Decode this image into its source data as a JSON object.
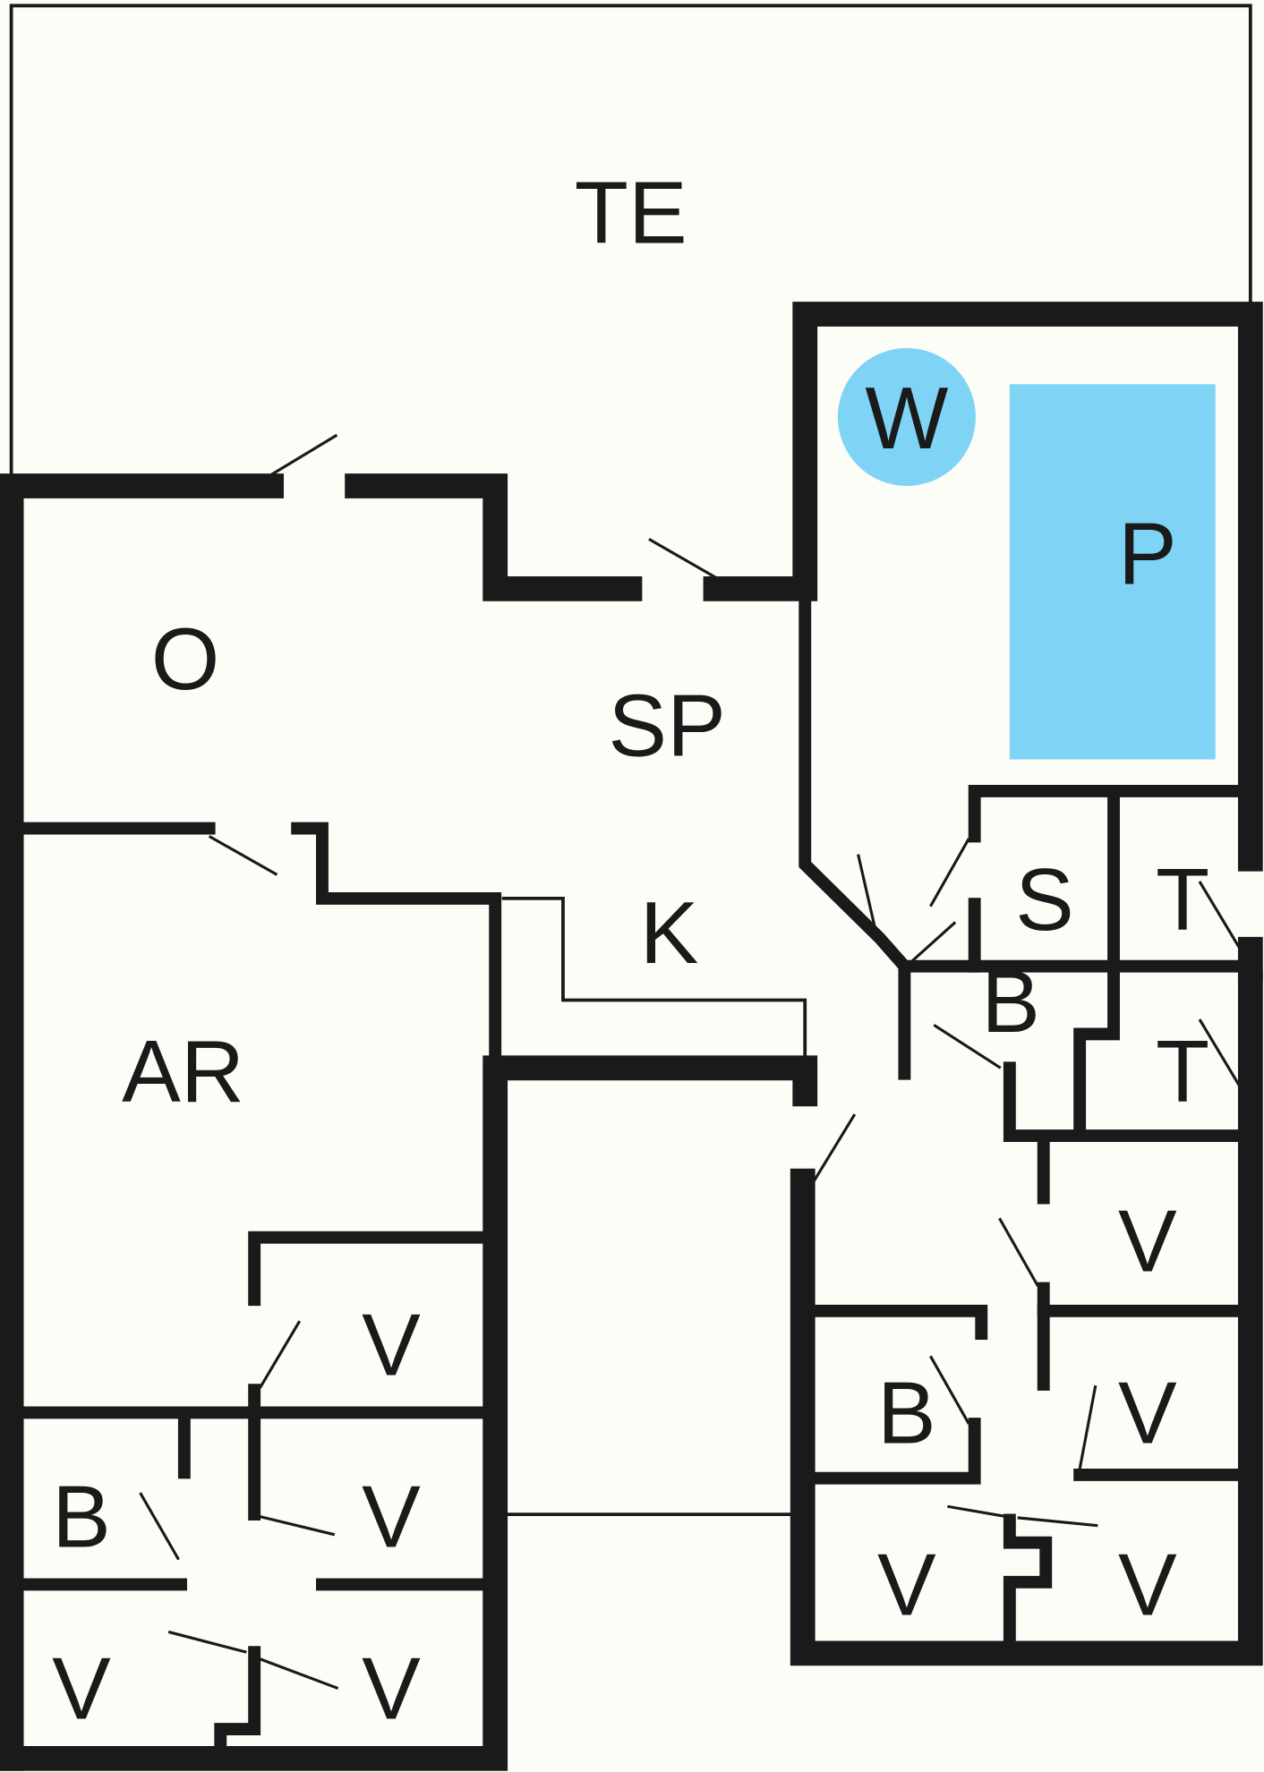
{
  "plan": {
    "colors": {
      "wall": "#1a1a1a",
      "water": "#7fd4f5",
      "background": "#fdfdf8"
    },
    "rooms": {
      "te": "TE",
      "w": "W",
      "p": "P",
      "o": "O",
      "sp": "SP",
      "k": "K",
      "ar": "AR",
      "s": "S",
      "t1": "T",
      "t2": "T",
      "b_center": "B",
      "b_right": "B",
      "b_left": "B",
      "v_ar": "V",
      "v_left2": "V",
      "v_left3": "V",
      "v_left4": "V",
      "v_r1": "V",
      "v_r2": "V",
      "v_r3": "V",
      "v_r4": "V"
    }
  }
}
